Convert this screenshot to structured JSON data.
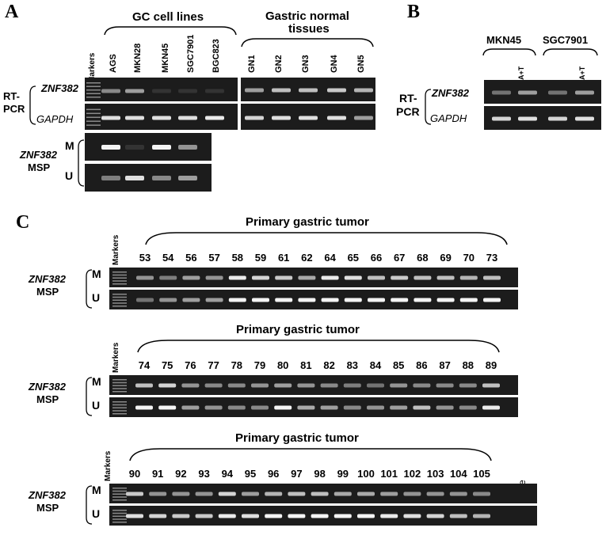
{
  "panelA": {
    "letter": "A",
    "gc_title": "GC cell lines",
    "normal_title_line1": "Gastric normal",
    "normal_title_line2": "tissues",
    "markers_label": "Markers",
    "cell_lines": [
      "AGS",
      "MKN28",
      "MKN45",
      "SGC7901",
      "BGC823"
    ],
    "normal_lanes": [
      "GN1",
      "GN2",
      "GN3",
      "GN4",
      "GN5"
    ],
    "rt_label_1": "RT-",
    "rt_label_2": "PCR",
    "znf_label": "ZNF382",
    "gapdh_label": "GAPDH",
    "msp_gene": "ZNF382",
    "msp_word": "MSP",
    "m_label": "M",
    "u_label": "U",
    "band_intensity": {
      "znf_cell": [
        0.45,
        0.55,
        0.05,
        0.05,
        0.05
      ],
      "gapdh_cell": [
        0.85,
        0.85,
        0.85,
        0.85,
        0.9
      ],
      "znf_normal": [
        0.55,
        0.7,
        0.7,
        0.75,
        0.65
      ],
      "gapdh_normal": [
        0.8,
        0.85,
        0.85,
        0.85,
        0.55
      ],
      "msp_m": [
        0.95,
        0.05,
        0.95,
        0.5,
        0.0
      ],
      "msp_u": [
        0.4,
        0.85,
        0.45,
        0.55,
        0.0
      ]
    }
  },
  "panelB": {
    "letter": "B",
    "group1": "MKN45",
    "group2": "SGC7901",
    "treat_label": "A+T",
    "rt_label_1": "RT-",
    "rt_label_2": "PCR",
    "znf_label": "ZNF382",
    "gapdh_label": "GAPDH",
    "band_intensity": {
      "znf": [
        0.35,
        0.55,
        0.35,
        0.55
      ],
      "gapdh": [
        0.8,
        0.85,
        0.8,
        0.85
      ]
    }
  },
  "panelC": {
    "letter": "C",
    "markers_label": "Markers",
    "msp_gene": "ZNF382",
    "msp_word": "MSP",
    "m_label": "M",
    "u_label": "U",
    "rows": [
      {
        "title": "Primary gastric tumor",
        "samples": [
          "53",
          "54",
          "56",
          "57",
          "58",
          "59",
          "61",
          "62",
          "64",
          "65",
          "66",
          "67",
          "68",
          "69",
          "70",
          "73"
        ],
        "m": [
          0.5,
          0.4,
          0.55,
          0.5,
          0.9,
          0.8,
          0.75,
          0.6,
          0.9,
          0.85,
          0.7,
          0.75,
          0.7,
          0.7,
          0.65,
          0.7
        ],
        "u": [
          0.35,
          0.5,
          0.55,
          0.55,
          0.95,
          0.95,
          0.95,
          0.95,
          0.95,
          0.95,
          0.95,
          0.95,
          0.95,
          0.95,
          0.95,
          0.95
        ]
      },
      {
        "title": "Primary gastric tumor",
        "samples": [
          "74",
          "75",
          "76",
          "77",
          "78",
          "79",
          "80",
          "81",
          "82",
          "83",
          "84",
          "85",
          "86",
          "87",
          "88",
          "89"
        ],
        "m": [
          0.7,
          0.8,
          0.5,
          0.45,
          0.45,
          0.5,
          0.55,
          0.5,
          0.45,
          0.4,
          0.35,
          0.5,
          0.45,
          0.45,
          0.45,
          0.7
        ],
        "u": [
          0.95,
          0.95,
          0.55,
          0.5,
          0.45,
          0.45,
          0.95,
          0.6,
          0.55,
          0.45,
          0.5,
          0.55,
          0.7,
          0.5,
          0.45,
          0.9
        ]
      },
      {
        "title": "Primary gastric tumor",
        "samples": [
          "90",
          "91",
          "92",
          "93",
          "94",
          "95",
          "96",
          "97",
          "98",
          "99",
          "100",
          "101",
          "102",
          "103",
          "104",
          "105"
        ],
        "neg_label": "-ve",
        "m": [
          0.75,
          0.5,
          0.5,
          0.5,
          0.8,
          0.55,
          0.65,
          0.7,
          0.7,
          0.6,
          0.6,
          0.55,
          0.5,
          0.5,
          0.5,
          0.45
        ],
        "u": [
          0.85,
          0.8,
          0.75,
          0.75,
          0.9,
          0.85,
          0.95,
          0.95,
          0.95,
          0.95,
          0.95,
          0.9,
          0.85,
          0.8,
          0.7,
          0.65
        ]
      }
    ]
  }
}
